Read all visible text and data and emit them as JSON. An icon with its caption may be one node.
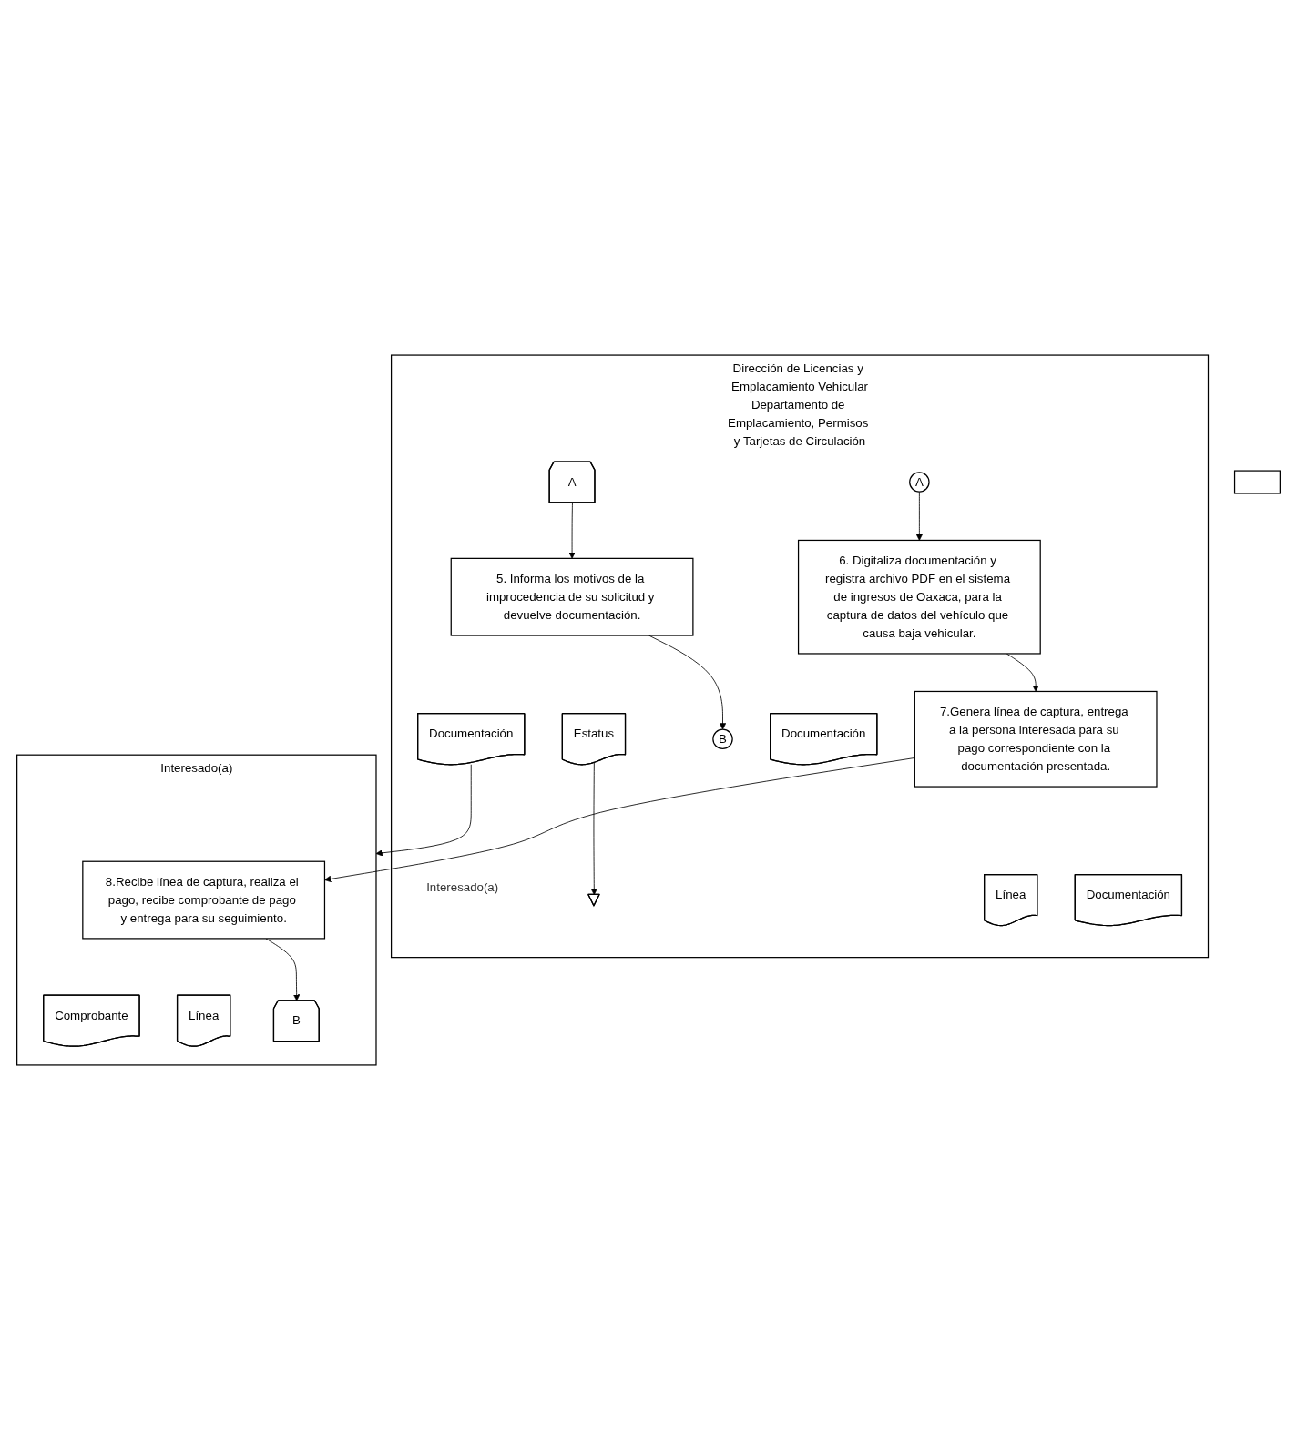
{
  "diagram": {
    "nodes": [
      {
        "text": [
          "Dirección de Licencias y Emplacamiento Vehicular",
          "Departamento de Emplacamiento, Permisos y Tarjetas de Circulación"
        ]
      },
      {
        "text": [
          "Interesado(a)"
        ]
      },
      {
        "text": [],
        "shape": "box"
      },
      {
        "text": [
          "A"
        ],
        "in": 0
      },
      {
        "text": [
          "5. Informa los motivos de la improcedencia de su solicitud y devuelve documentación."
        ],
        "in": 0
      },
      {
        "text": [
          "Estatus"
        ],
        "in": 0
      },
      {
        "text": [
          "Documentación"
        ],
        "in": 0
      },
      {
        "text": [],
        "shape": "triangle",
        "in": 0
      },
      {
        "text": [
          "B"
        ],
        "in": 0
      },
      {
        "text": [
          "A"
        ],
        "in": 0
      },
      {
        "text": [
          "6. Digitaliza documentación y registra archivo PDF en el sistema de ingresos de Oaxaca, para la captura de datos del vehículo que causa baja vehicular."
        ],
        "in": 0
      },
      {
        "text": [
          "Documentación"
        ],
        "in": 0
      },
      {
        "text": [
          "7.Genera línea de captura, entrega a la persona interesada para su pago correspondiente con la documentación presentada."
        ],
        "in": 0
      },
      {
        "text": [
          "Línea"
        ],
        "in": 0
      },
      {
        "text": [
          "Documentación"
        ],
        "in": 0
      },
      {
        "text": [
          "8.Recibe línea de captura, realiza el pago, recibe comprobante de pago y entrega para su seguimiento."
        ],
        "in": 1
      },
      {
        "text": [
          "Comprobante"
        ],
        "in": 1
      },
      {
        "text": [
          "Línea"
        ],
        "in": 1
      },
      {
        "text": [
          "B"
        ],
        "in": 1
      }
    ],
    "edges": [
      {
        "from": 3,
        "to": 4,
        "arrow": "to"
      },
      {
        "from": 5,
        "to": 7,
        "arrow": "to"
      },
      {
        "from": 4,
        "to": 8,
        "arrow": "to"
      },
      {
        "from": 6,
        "to": 1,
        "arrow": "to",
        "label": "Interesado(a)"
      },
      {
        "from": 9,
        "to": 10,
        "arrow": "to"
      },
      {
        "from": 10,
        "to": 12,
        "arrow": "to"
      },
      {
        "from": 12,
        "to": 15,
        "arrow": "to"
      },
      {
        "from": 15,
        "to": 18,
        "arrow": "to"
      }
    ]
  }
}
